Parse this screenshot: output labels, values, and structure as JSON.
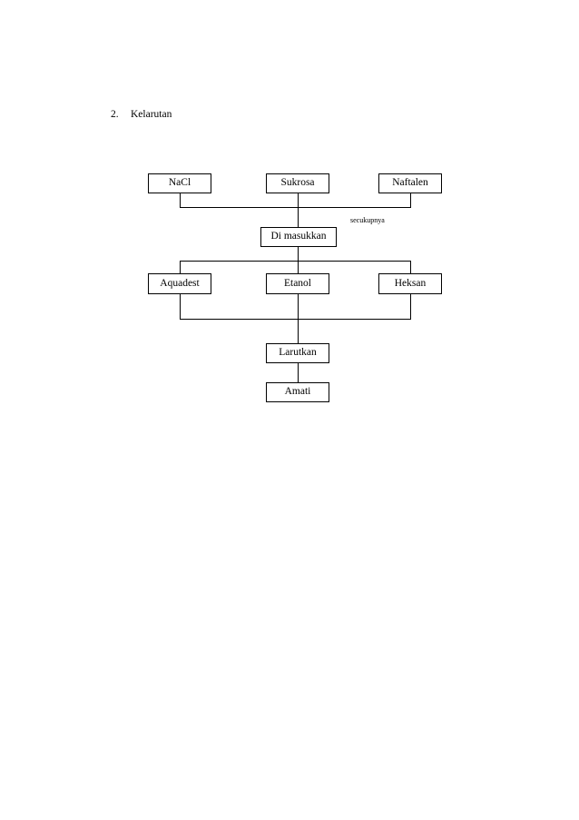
{
  "document": {
    "background_color": "#ffffff",
    "ink_color": "#000000"
  },
  "heading": {
    "number": "2.",
    "title": "Kelarutan"
  },
  "annotations": [
    {
      "id": "secukupnya",
      "text": "secukupnya"
    }
  ],
  "flowchart": {
    "title": "Kelarutan",
    "type": "flowchart",
    "orientation": "top-to-bottom",
    "nodes": [
      {
        "id": "nacl",
        "label": "NaCl",
        "row": 1,
        "column": "left"
      },
      {
        "id": "sukrosa",
        "label": "Sukrosa",
        "row": 1,
        "column": "center"
      },
      {
        "id": "naftalen",
        "label": "Naftalen",
        "row": 1,
        "column": "right"
      },
      {
        "id": "dimasukkan",
        "label": "Di masukkan",
        "row": 2,
        "column": "center"
      },
      {
        "id": "aquadest",
        "label": "Aquadest",
        "row": 3,
        "column": "left"
      },
      {
        "id": "etanol",
        "label": "Etanol",
        "row": 3,
        "column": "center"
      },
      {
        "id": "heksan",
        "label": "Heksan",
        "row": 3,
        "column": "right"
      },
      {
        "id": "larutkan",
        "label": "Larutkan",
        "row": 4,
        "column": "center"
      },
      {
        "id": "amati",
        "label": "Amati",
        "row": 5,
        "column": "center"
      }
    ],
    "edges": [
      {
        "from": "nacl",
        "to": "dimasukkan",
        "label": ""
      },
      {
        "from": "sukrosa",
        "to": "dimasukkan",
        "label": "secukupnya"
      },
      {
        "from": "naftalen",
        "to": "dimasukkan",
        "label": ""
      },
      {
        "from": "dimasukkan",
        "to": "aquadest",
        "label": ""
      },
      {
        "from": "dimasukkan",
        "to": "etanol",
        "label": ""
      },
      {
        "from": "dimasukkan",
        "to": "heksan",
        "label": ""
      },
      {
        "from": "aquadest",
        "to": "larutkan",
        "label": ""
      },
      {
        "from": "etanol",
        "to": "larutkan",
        "label": ""
      },
      {
        "from": "heksan",
        "to": "larutkan",
        "label": ""
      },
      {
        "from": "larutkan",
        "to": "amati",
        "label": ""
      }
    ]
  }
}
